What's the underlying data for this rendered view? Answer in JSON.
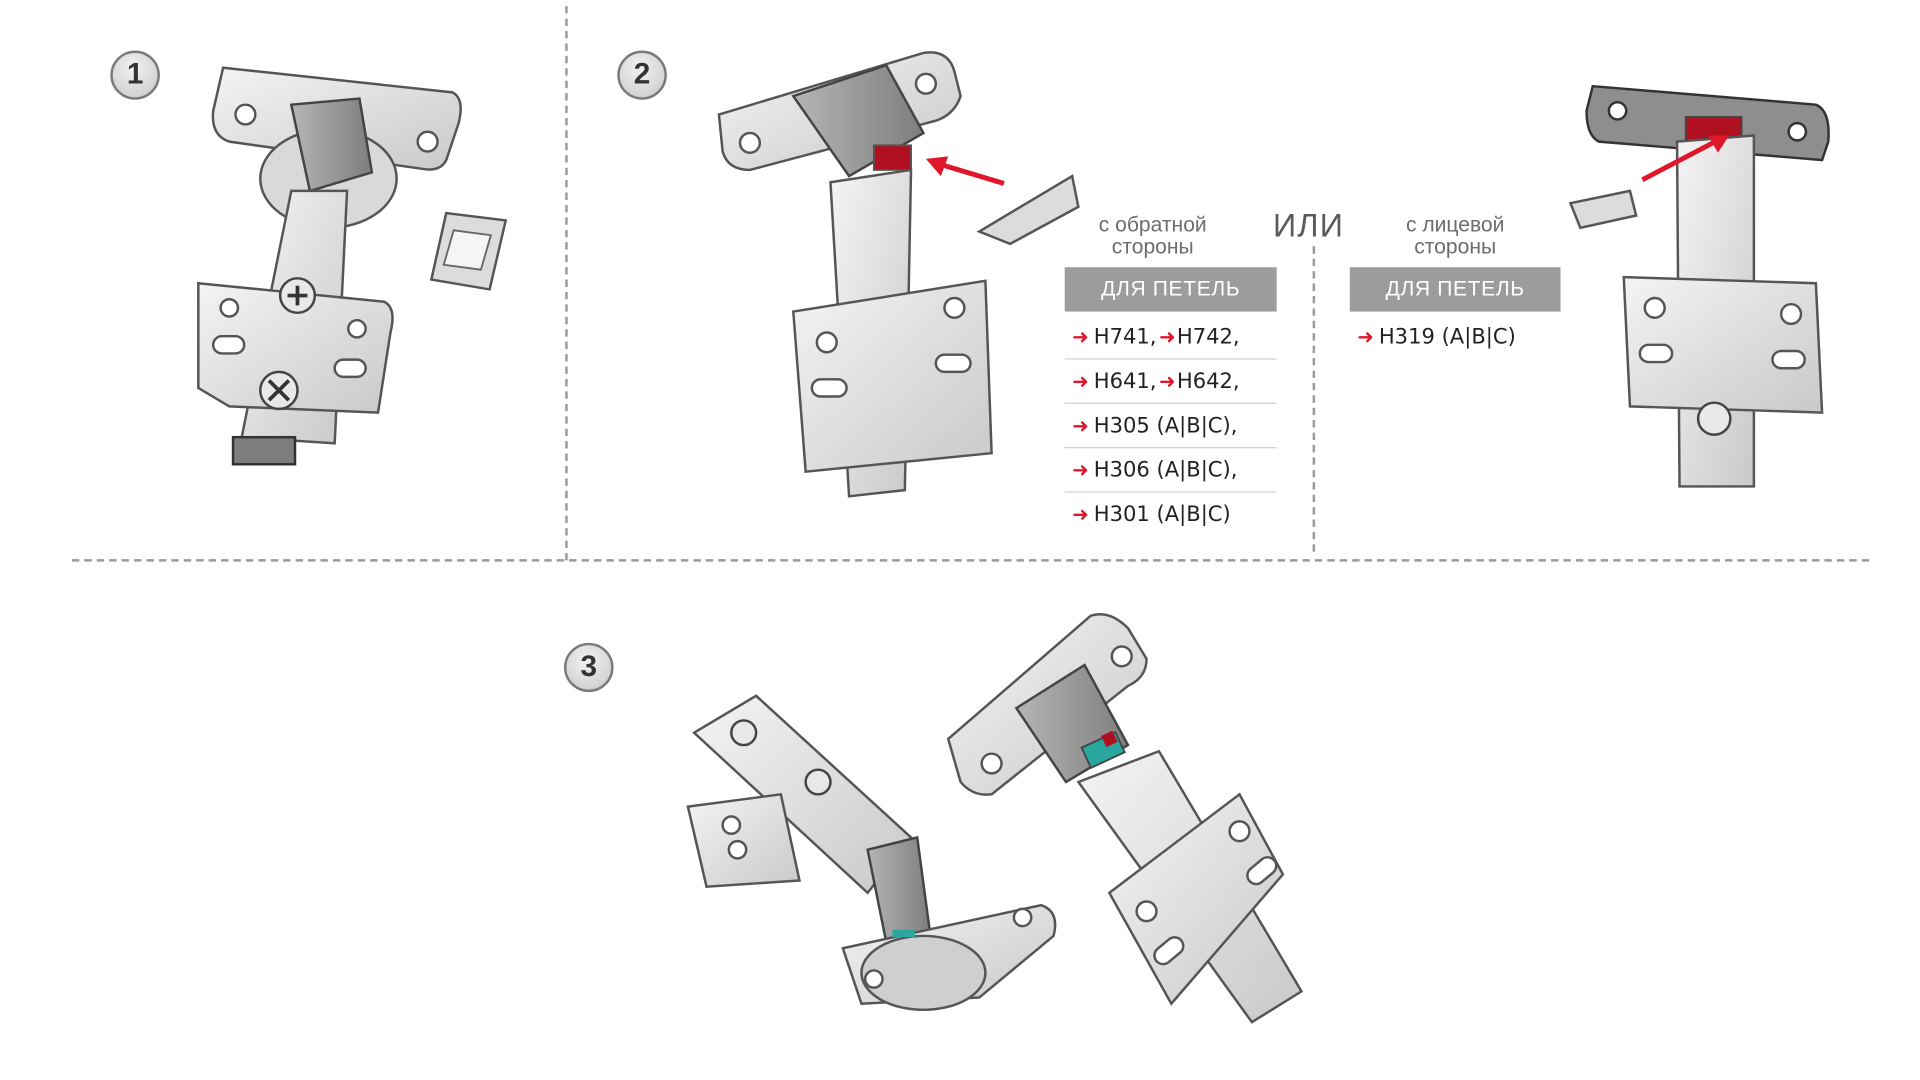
{
  "steps": {
    "step1": "1",
    "step2": "2",
    "step3": "3"
  },
  "back_side": {
    "caption_line1": "с обратной",
    "caption_line2": "стороны",
    "box_label": "ДЛЯ ПЕТЕЛЬ",
    "models": [
      {
        "parts": [
          "H741,",
          "H742,"
        ]
      },
      {
        "parts": [
          "H641,",
          "H642,"
        ]
      },
      {
        "parts": [
          "H305 (A|B|C),"
        ]
      },
      {
        "parts": [
          "H306 (A|B|C),"
        ]
      },
      {
        "parts": [
          "H301 (A|B|C)"
        ]
      }
    ]
  },
  "or_label": "ИЛИ",
  "front_side": {
    "caption_line1": "с лицевой",
    "caption_line2": "стороны",
    "box_label": "ДЛЯ ПЕТЕЛЬ",
    "models": [
      {
        "parts": [
          "H319 (A|B|C)"
        ]
      }
    ]
  },
  "colors": {
    "accent_arrow": "#e0162b",
    "label_box": "#9c9c9c",
    "divider": "#9a9a9a",
    "metal_light": "#e4e4e4",
    "metal_dark": "#8c8c8c"
  },
  "icons": [
    "hinge-illustration",
    "clip-insert-illustration",
    "insert-arrow-icon"
  ]
}
